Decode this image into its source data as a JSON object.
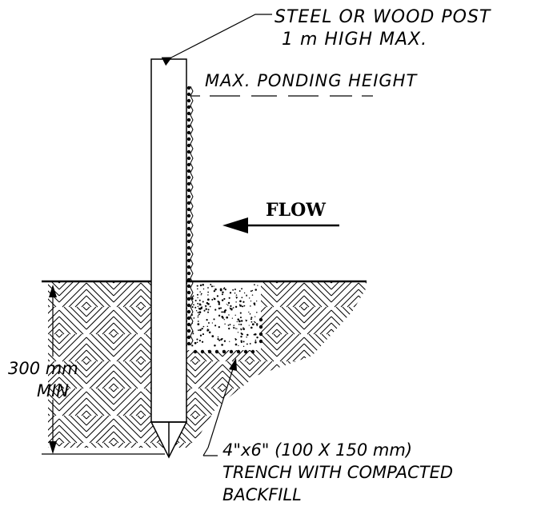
{
  "labels": {
    "post_line1": "STEEL OR WOOD POST",
    "post_line2": "1 m HIGH MAX.",
    "ponding": "MAX. PONDING HEIGHT",
    "flow": "FLOW",
    "depth_line1": "300 mm",
    "depth_line2": "MIN",
    "trench_line1": "4\"x6\" (100 X 150 mm)",
    "trench_line2": "TRENCH WITH COMPACTED",
    "trench_line3": "BACKFILL"
  },
  "colors": {
    "ink": "#000000",
    "paper": "#ffffff"
  }
}
